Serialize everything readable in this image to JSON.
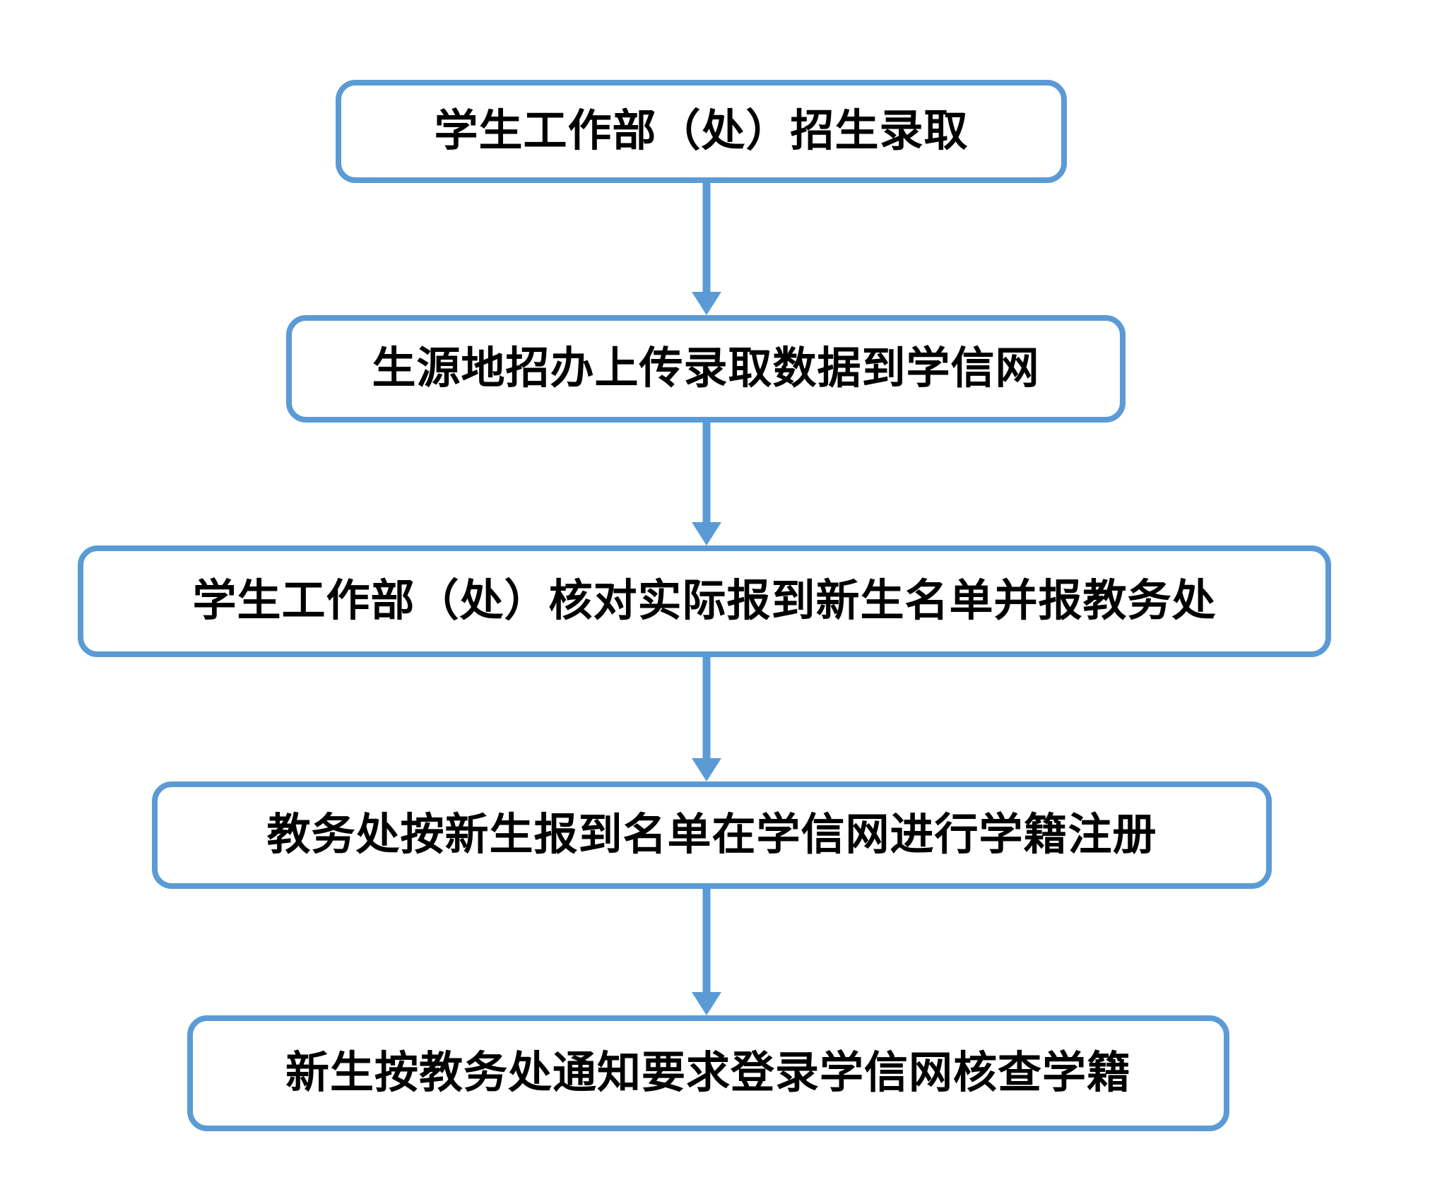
{
  "diagram": {
    "type": "flowchart",
    "direction": "top-down",
    "accent_color": "#5B9BD5",
    "text_color": "#000000",
    "background_color": "#FFFFFF",
    "nodes": [
      {
        "id": 1,
        "label": "学生工作部（处）招生录取"
      },
      {
        "id": 2,
        "label": "生源地招办上传录取数据到学信网"
      },
      {
        "id": 3,
        "label": "学生工作部（处）核对实际报到新生名单并报教务处"
      },
      {
        "id": 4,
        "label": "教务处按新生报到名单在学信网进行学籍注册"
      },
      {
        "id": 5,
        "label": "新生按教务处通知要求登录学信网核查学籍"
      }
    ],
    "edges": [
      {
        "from": 1,
        "to": 2
      },
      {
        "from": 2,
        "to": 3
      },
      {
        "from": 3,
        "to": 4
      },
      {
        "from": 4,
        "to": 5
      }
    ]
  }
}
